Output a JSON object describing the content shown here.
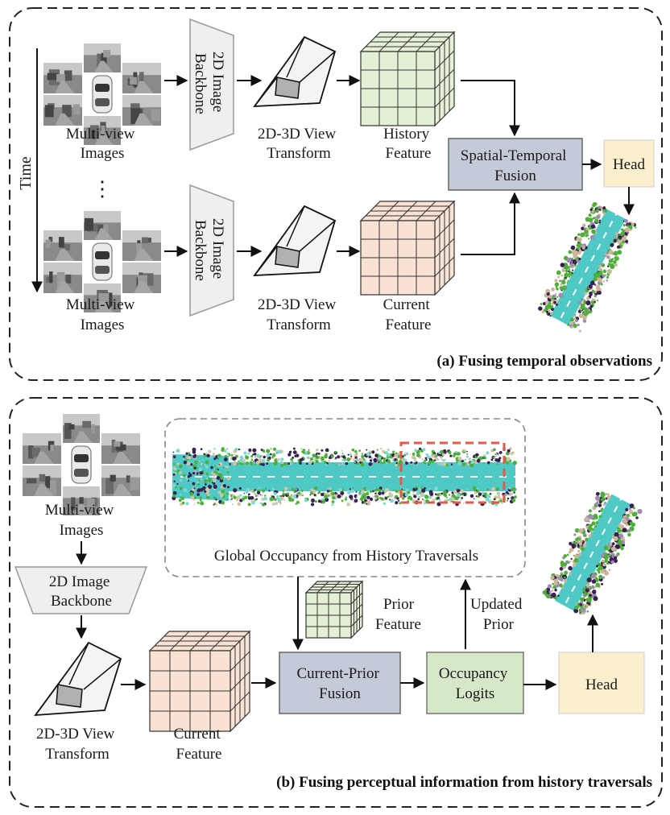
{
  "panel_a": {
    "caption": "(a) Fusing temporal observations",
    "time_label": "Time",
    "ellipsis": "⋮",
    "top_images": [
      "Multi-view",
      "Images"
    ],
    "top_backbone": [
      "2D Image",
      "Backbone"
    ],
    "top_transform": [
      "2D-3D View",
      "Transform"
    ],
    "history_feature": [
      "History",
      "Feature"
    ],
    "bottom_images": [
      "Multi-view",
      "Images"
    ],
    "bottom_backbone": [
      "2D Image",
      "Backbone"
    ],
    "bottom_transform": [
      "2D-3D View",
      "Transform"
    ],
    "current_feature": [
      "Current",
      "Feature"
    ],
    "fusion": [
      "Spatial-Temporal",
      "Fusion"
    ],
    "head": "Head"
  },
  "panel_b": {
    "caption": "(b) Fusing perceptual information from history traversals",
    "images": [
      "Multi-view",
      "Images"
    ],
    "backbone": [
      "2D Image",
      "Backbone"
    ],
    "transform": [
      "2D-3D View",
      "Transform"
    ],
    "current_feature": [
      "Current",
      "Feature"
    ],
    "global_occupancy": "Global Occupancy from History Traversals",
    "prior_feature": [
      "Prior",
      "Feature"
    ],
    "updated_prior": [
      "Updated",
      "Prior"
    ],
    "fusion": [
      "Current-Prior",
      "Fusion"
    ],
    "logits": [
      "Occupancy",
      "Logits"
    ],
    "head": "Head"
  },
  "colors": {
    "history_cube": "#e3f0d6",
    "current_cube": "#f9e1d3",
    "fusion_box": "#c5cad9",
    "head_box": "#fcefcd",
    "logits_box": "#d6e8c7",
    "backbone_fill": "#efefef",
    "road": "#4fc9c6",
    "vegetation": "#4caf38",
    "structure": "#3a1f52"
  }
}
